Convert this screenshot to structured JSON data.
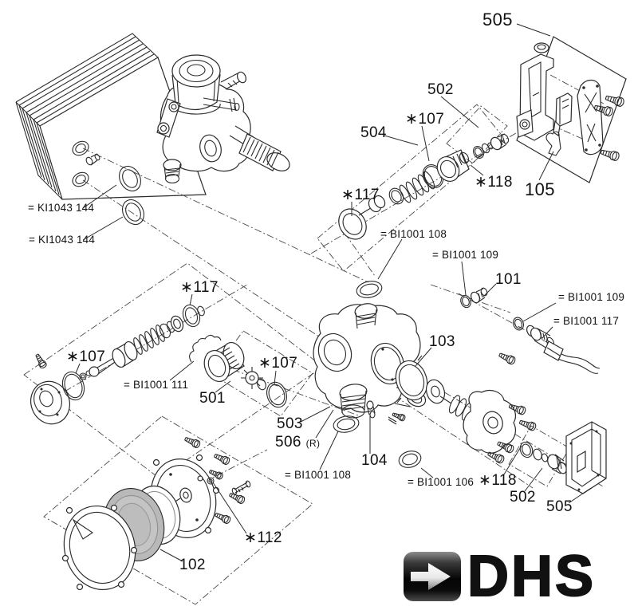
{
  "labels": {
    "p505_top": "505",
    "p105": "105",
    "p502_top": "502",
    "p107_top": "∗107",
    "p504": "504",
    "p118_top": "∗118",
    "p117_top": "∗117",
    "ki1043_a": "= KI1043 144",
    "ki1043_b": "= KI1043 144",
    "bi1001_108_top": "= BI1001 108",
    "bi1001_109_top": "= BI1001 109",
    "p101": "101",
    "bi1001_109_right": "= BI1001 109",
    "bi1001_117_right": "= BI1001 117",
    "p103": "103",
    "p117_mid": "∗117",
    "p107_mid": "∗107",
    "bi1001_111": "= BI1001 111",
    "p501": "501",
    "p107_center": "∗107",
    "p503": "503",
    "p506": "506",
    "p506_suffix": "(R)",
    "p104": "104",
    "bi1001_108_bottom": "= BI1001 108",
    "bi1001_106": "= BI1001 106",
    "p118_bottom": "∗118",
    "p502_bottom": "502",
    "p505_bottom": "505",
    "p102": "102",
    "p112": "∗112"
  },
  "logo": {
    "text": "DHS"
  },
  "colors": {
    "line": "#2b2b2b",
    "diaphragm_gray": "#b9b9b9",
    "logo_black": "#111111",
    "background": "#ffffff"
  }
}
